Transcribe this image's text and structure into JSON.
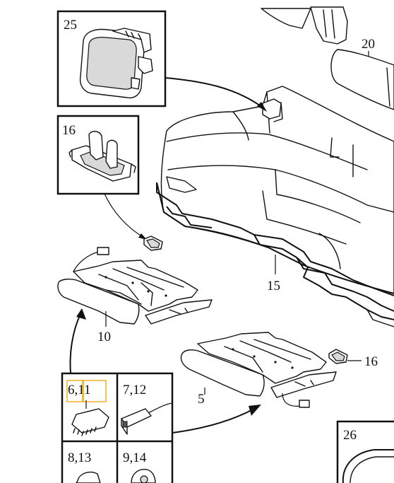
{
  "labels": {
    "l25": "25",
    "l20": "20",
    "l16a": "16",
    "l15": "15",
    "l10": "10",
    "l16b": "16",
    "l5": "5",
    "l26": "26",
    "l6_11": "6,11",
    "l7_12": "7,12",
    "l8_13": "8,13",
    "l9_14": "9,14"
  },
  "colors": {
    "line": "#111111",
    "highlight": "#f0a500",
    "background": "#ffffff"
  }
}
